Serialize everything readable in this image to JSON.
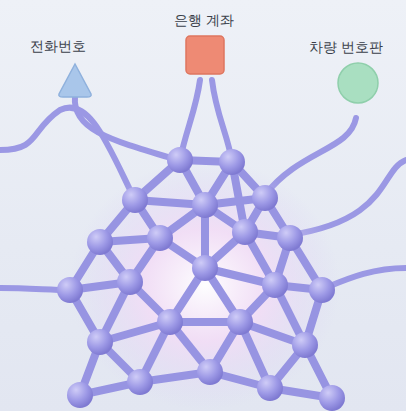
{
  "diagram": {
    "nodes": [
      {
        "text": [
          "전화번호"
        ]
      },
      {
        "text": [
          "은행 계좌"
        ]
      },
      {
        "text": [
          "차량 번호판"
        ]
      }
    ]
  }
}
